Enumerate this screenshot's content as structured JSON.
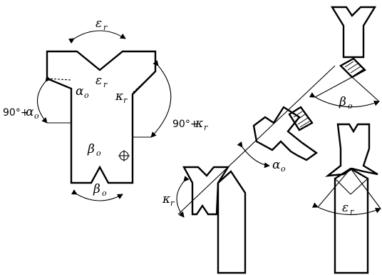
{
  "labels": {
    "epsilon_top": {
      "sym": "ε",
      "sub": "r"
    },
    "epsilon_tip": {
      "sym": "ε",
      "sub": "r"
    },
    "alpha_left": {
      "sym": "α",
      "sub": "o"
    },
    "kappa_left": {
      "sym": "κ",
      "sub": "r"
    },
    "angle_90_alpha": {
      "text": "90°+",
      "sym": "α",
      "sub": "o"
    },
    "angle_90_kappa": {
      "text": "90°+",
      "sym": "κ",
      "sub": "r"
    },
    "beta_upper": {
      "sym": "β",
      "sub": "o"
    },
    "beta_lower": {
      "sym": "β",
      "sub": "o"
    },
    "beta_right": {
      "sym": "β",
      "sub": "o"
    },
    "alpha_mid": {
      "sym": "α",
      "sub": "o"
    },
    "kappa_right": {
      "sym": "κ",
      "sub": "r"
    },
    "epsilon_right": {
      "sym": "ε",
      "sub": "r"
    }
  }
}
